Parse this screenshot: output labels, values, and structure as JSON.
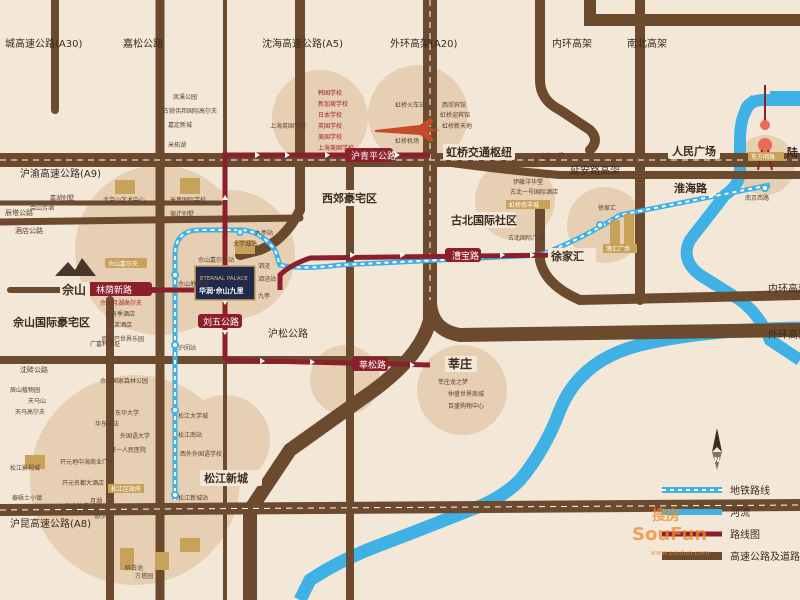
{
  "roads": {
    "top": [
      "城高速公路(A30)",
      "嘉松公路",
      "沈海高速公路(A5)",
      "外环高架(A20)",
      "内环高架",
      "南北高架"
    ],
    "left": [
      "沪渝高速公路(A9)",
      "沪昆高速公路(A8)",
      "辰塔公路",
      "沈砖公路",
      "酒店公路"
    ],
    "right": [
      "延安路高架",
      "内环高架",
      "外环高速"
    ],
    "inner": [
      "沪青平公路",
      "漕宝路",
      "莘松路",
      "林荫新路",
      "刘五公路",
      "沪松公路"
    ]
  },
  "areas": {
    "sheshan": "佘山",
    "sheshan_villa": "佘山国际豪宅区",
    "xijiao": "西郊豪宅区",
    "hongqiao_hub": "虹桥交通枢纽",
    "gubei": "古北国际社区",
    "xujiahui": "徐家汇",
    "renmin": "人民广场",
    "huaihai": "淮海路",
    "lu": "陆",
    "xinzhuang": "莘庄",
    "songjiang": "松江新城"
  },
  "project": {
    "en_line1": "ETERNAL PALACE",
    "cn_name": "华润·佘山九里"
  },
  "pois": {
    "upper_left": [
      "凤溪公园",
      "古猗伟邦国际高尔夫",
      "嘉定新城",
      "米拓湖",
      "北京山艺术中心",
      "米奥国际学校",
      "宿迁别墅",
      "嘉湖别墅",
      "会山芳酒"
    ],
    "sheshan_zone": [
      "佘山嘉尔夫",
      "佘山地铁站",
      "佘山月湖高尔夫",
      "多有季酒店",
      "文莱酒店",
      "欧罗巴世界乐园"
    ],
    "project_zone": [
      "佘山嘉尔夫站",
      "大学城站",
      "泗泾",
      "泗泾站",
      "九亭",
      "九亭站",
      "沪闵站",
      "松江大学城",
      "松江新城站",
      "松江南站",
      "西外外国语学校"
    ],
    "schools": [
      "韩国学校",
      "新加坡学校",
      "日本学校",
      "英国学校",
      "美国学校",
      "上海美国学校",
      "上海英国学校"
    ],
    "hongqiao": [
      "虹桥火车站",
      "西郊宾馆",
      "虹桥机场",
      "虹桥新天地",
      "虹桥迎宾馆",
      "龙柏别墅"
    ],
    "gubei": [
      "古北一号国际酒店",
      "虹桥南丰城",
      "伊藤洋华堂",
      "古北国际广场"
    ],
    "xujiahui": [
      "港汇广场",
      "徐家汇"
    ],
    "xinzhuang": [
      "莘庄龙之梦",
      "仲盛世界商城",
      "百盛购物中心"
    ],
    "renmin": [
      "东方明珠",
      "南京西路"
    ],
    "songjiang": [
      "东华大学",
      "华东政法",
      "外国语大学",
      "第一人民医院",
      "开元地中海商业广场",
      "松江区政府",
      "方塔园",
      "醉白池",
      "开元名都大酒店",
      "松江影视城",
      "东方仙境",
      "辰山植物园",
      "天马山",
      "天马高尔夫",
      "泰晤士小镇",
      "广富林遗址",
      "佘山国家森林公园",
      "月湖",
      "欧罗巴"
    ]
  },
  "legend": {
    "metro": "地铁路线",
    "river": "河流",
    "route": "路线图",
    "highway": "高速公路及道路"
  },
  "watermark": {
    "cn": "搜房",
    "en": "SouFun",
    "url": "www.soufun.com"
  },
  "colors": {
    "background": "#f3e7d8",
    "highway": "#6b4a2e",
    "river": "#3fb1e5",
    "route": "#8c1f2c",
    "metro": "#3fb1e5",
    "circle": "#e6cfb3"
  }
}
